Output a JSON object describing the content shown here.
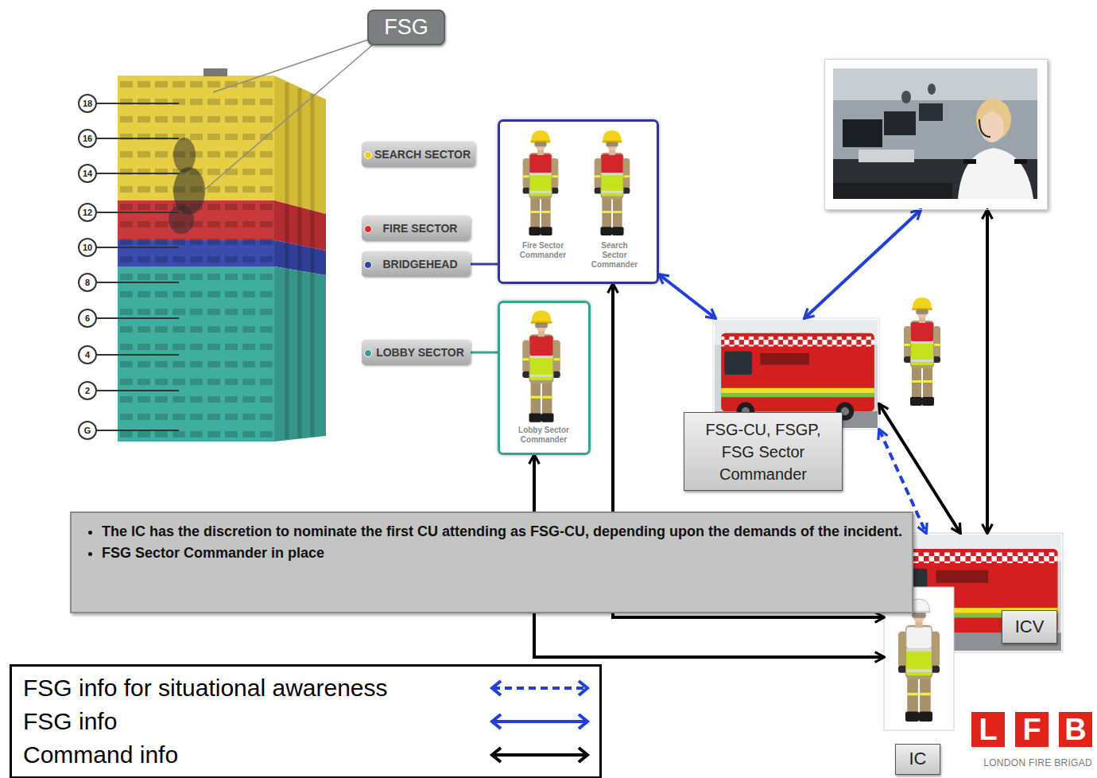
{
  "diagram": {
    "nodes": [
      {
        "text": [
          "FSG"
        ]
      },
      {
        "text": [
          "SEARCH SECTOR"
        ]
      },
      {
        "text": [
          "FIRE SECTOR"
        ]
      },
      {
        "text": [
          "BRIDGEHEAD"
        ]
      },
      {
        "text": [
          "LOBBY SECTOR"
        ]
      },
      {
        "text": [
          "Fire Sector Commander",
          "Search Sector Commander"
        ]
      },
      {
        "text": [
          "Lobby Sector Commander"
        ]
      },
      {
        "text": []
      },
      {
        "text": [
          "FSG-CU, FSGP, FSG Sector Commander"
        ]
      },
      {
        "text": [
          "The IC has the discretion to nominate the first CU attending as FSG-CU, depending upon the demands of the incident.",
          "FSG Sector Commander in place"
        ]
      },
      {
        "text": [
          "ICV"
        ]
      },
      {
        "text": [
          "IC"
        ]
      }
    ],
    "edges": [
      {
        "from": 3,
        "to": 5,
        "arrow": "none"
      },
      {
        "from": 4,
        "to": 6,
        "arrow": "none"
      },
      {
        "from": 5,
        "to": 8,
        "arrow": "both"
      },
      {
        "from": 8,
        "to": 7,
        "arrow": "both"
      },
      {
        "from": 7,
        "to": 10,
        "arrow": "both"
      },
      {
        "from": 8,
        "to": 10,
        "arrow": "both"
      },
      {
        "from": 8,
        "to": 10,
        "arrow": "both"
      },
      {
        "from": 5,
        "to": 11,
        "arrow": "both"
      },
      {
        "from": 6,
        "to": 11,
        "arrow": "both"
      }
    ],
    "labels": [
      "18",
      "16",
      "14",
      "12",
      "10",
      "8",
      "6",
      "4",
      "2",
      "G",
      "L",
      "F",
      "B",
      "LONDON FIRE BRIGAD"
    ],
    "legend": [
      {
        "text": "FSG info for situational awareness"
      },
      {
        "text": "FSG info"
      },
      {
        "text": "Command info"
      }
    ]
  }
}
